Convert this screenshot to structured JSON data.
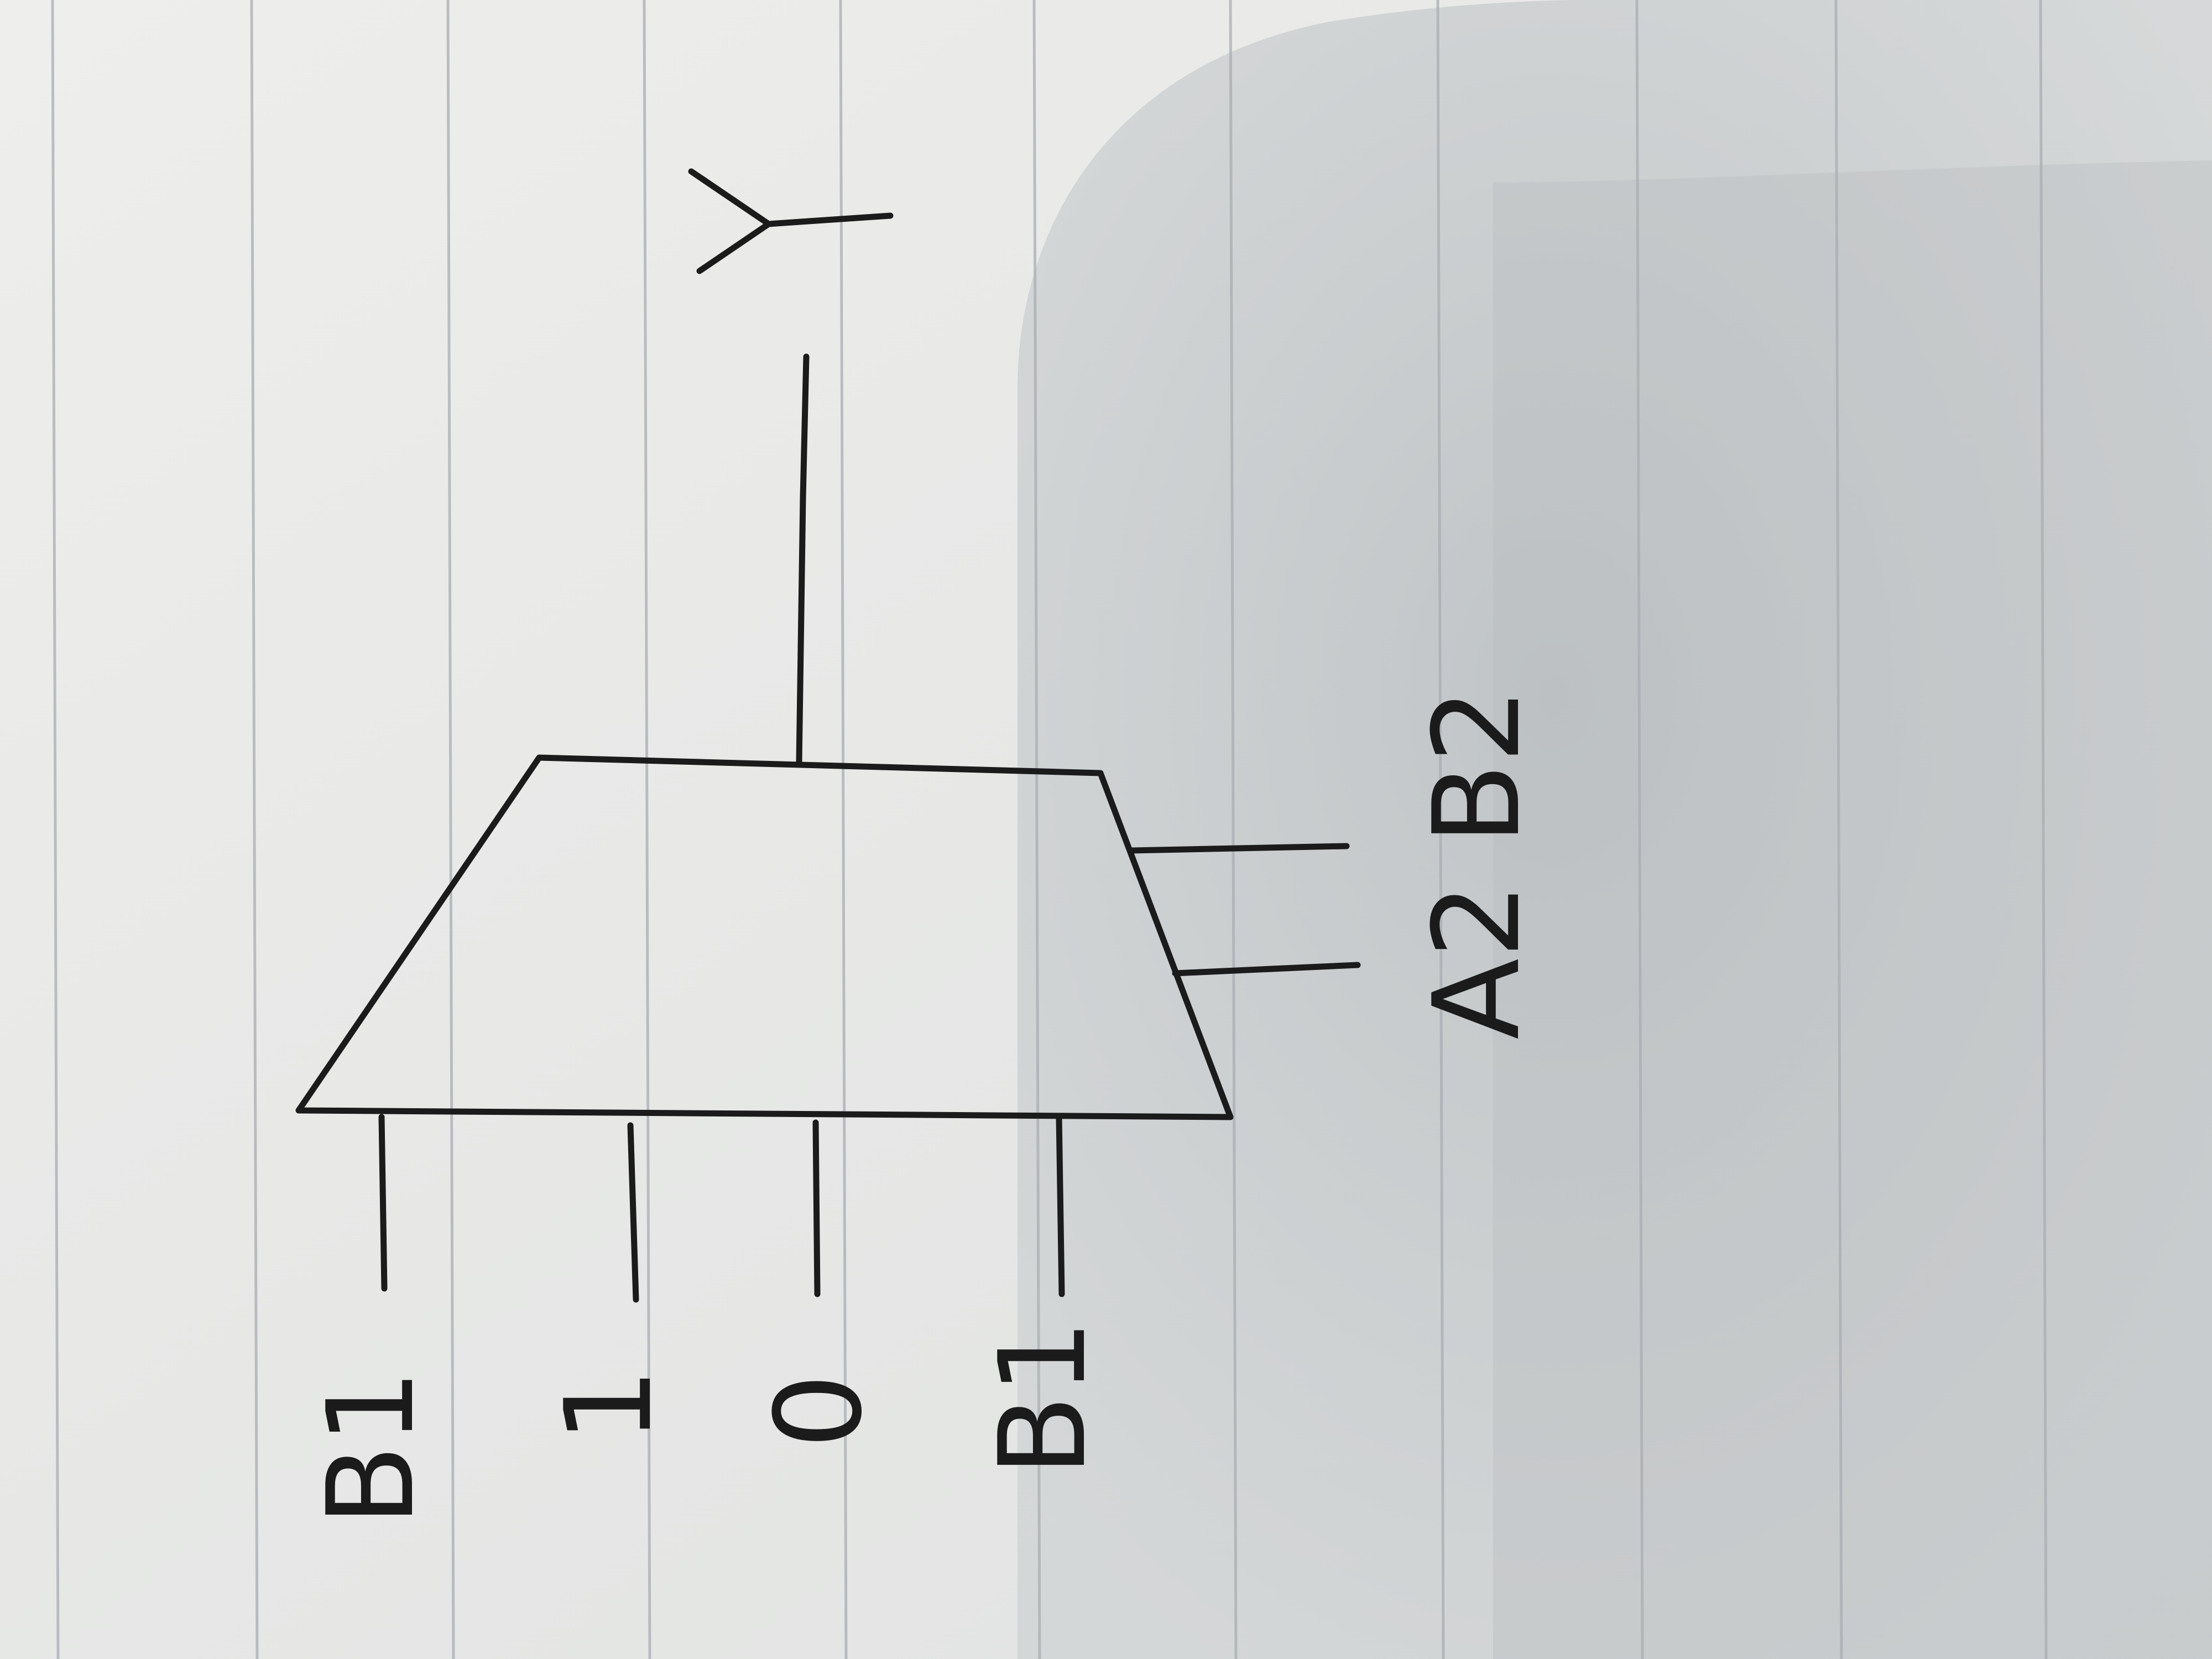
{
  "paper": {
    "background": "#e6e7e5",
    "rule_color": "#a9aeb4",
    "shadow_color": "#b3b8bb",
    "ink_color": "#1b1b1b"
  },
  "diagram": {
    "type": "multiplexer-sketch",
    "orientation": "rotated-90-clockwise",
    "output_label": "Y",
    "data_inputs": [
      "B1",
      "1",
      "0",
      "B1"
    ],
    "select_inputs": [
      "A2",
      "B2"
    ],
    "select_label_text": "A2 B2"
  }
}
